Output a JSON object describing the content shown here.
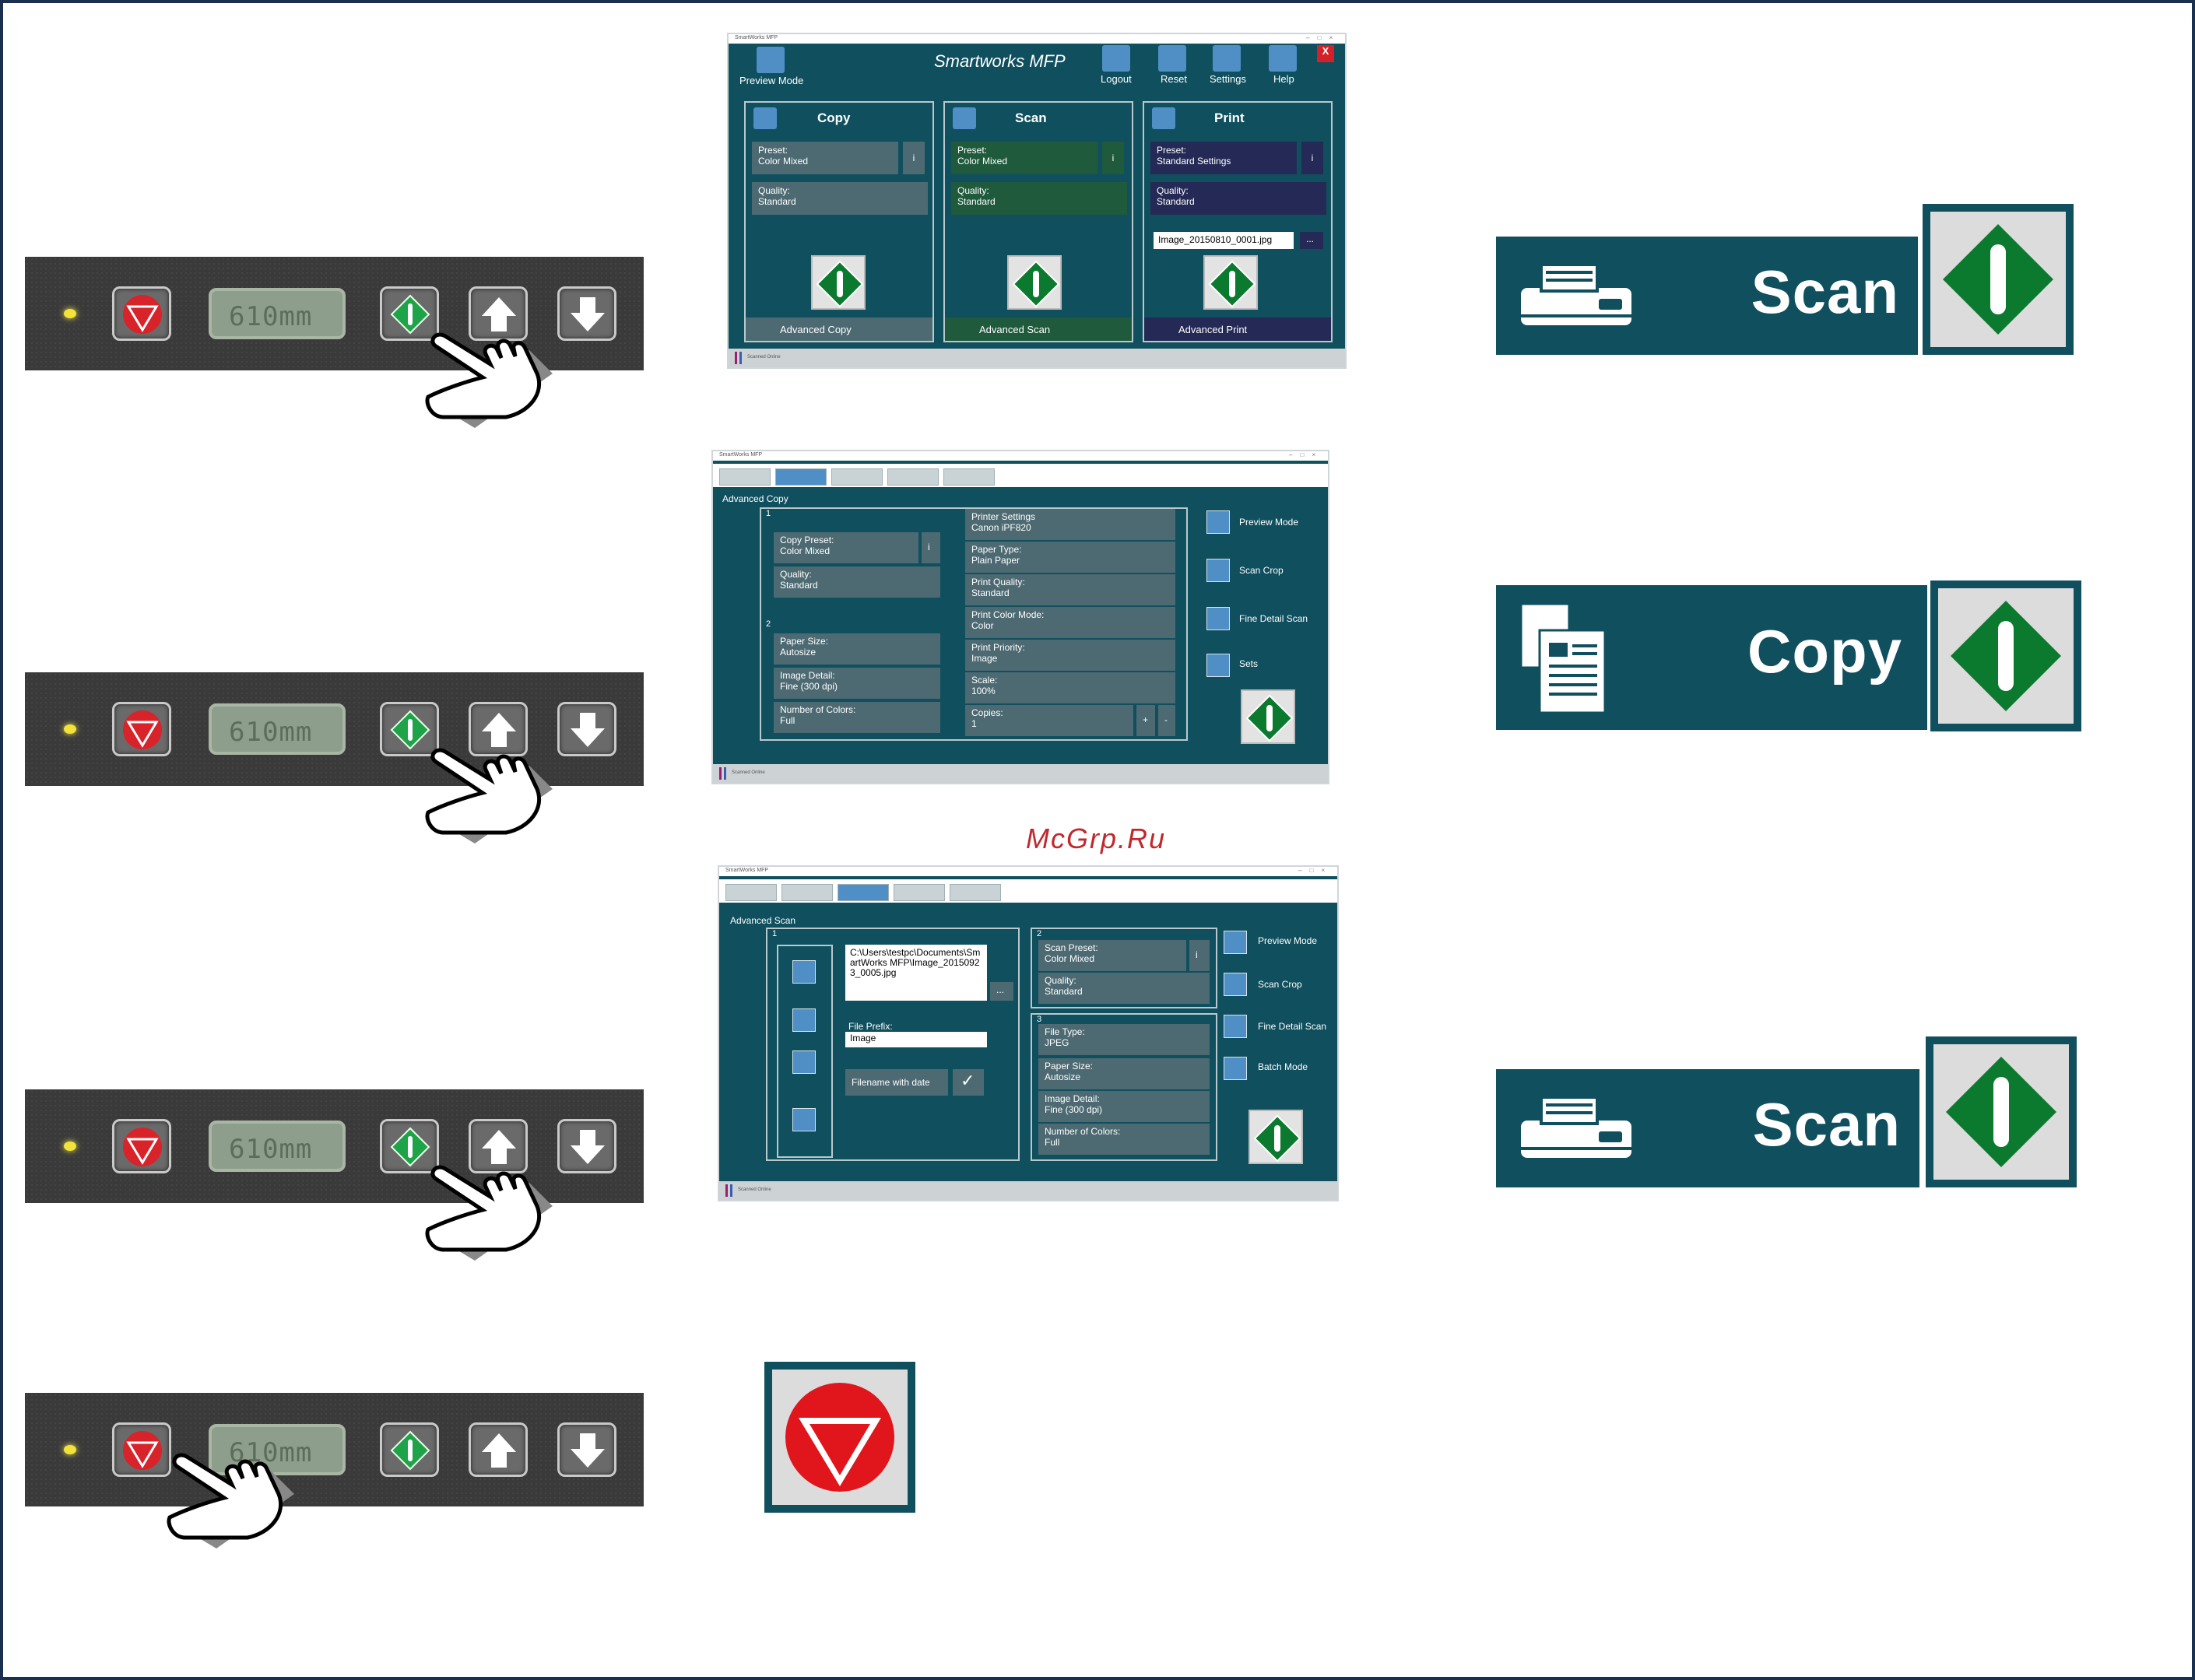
{
  "watermark": "McGrp.Ru",
  "panel": {
    "display": "610mm"
  },
  "screen_main": {
    "window_title": "SmartWorks MFP",
    "app_title": "Smartworks MFP",
    "toolbar": {
      "preview_mode": "Preview Mode",
      "logout": "Logout",
      "reset": "Reset",
      "settings": "Settings",
      "help": "Help",
      "close": "X"
    },
    "copy": {
      "title": "Copy",
      "preset_label": "Preset:",
      "preset_value": "Color Mixed",
      "info": "i",
      "quality_label": "Quality:",
      "quality_value": "Standard",
      "advanced": "Advanced Copy"
    },
    "scan": {
      "title": "Scan",
      "preset_label": "Preset:",
      "preset_value": "Color Mixed",
      "info": "i",
      "quality_label": "Quality:",
      "quality_value": "Standard",
      "advanced": "Advanced Scan"
    },
    "print": {
      "title": "Print",
      "preset_label": "Preset:",
      "preset_value": "Standard Settings",
      "info": "i",
      "quality_label": "Quality:",
      "quality_value": "Standard",
      "file": "Image_20150810_0001.jpg",
      "browse": "...",
      "advanced": "Advanced Print"
    },
    "status": "Scanned Online"
  },
  "screen_adv_copy": {
    "window_title": "SmartWorks MFP",
    "heading": "Advanced Copy",
    "section1": "1",
    "section2": "2",
    "copy_preset_label": "Copy Preset:",
    "copy_preset_value": "Color Mixed",
    "info": "i",
    "quality_label": "Quality:",
    "quality_value": "Standard",
    "paper_size_label": "Paper Size:",
    "paper_size_value": "Autosize",
    "image_detail_label": "Image Detail:",
    "image_detail_value": "Fine (300 dpi)",
    "num_colors_label": "Number of Colors:",
    "num_colors_value": "Full",
    "printer_settings_label": "Printer Settings",
    "printer_value": "Canon iPF820",
    "paper_type_label": "Paper Type:",
    "paper_type_value": "Plain Paper",
    "print_quality_label": "Print Quality:",
    "print_quality_value": "Standard",
    "print_color_label": "Print Color Mode:",
    "print_color_value": "Color",
    "print_priority_label": "Print Priority:",
    "print_priority_value": "Image",
    "scale_label": "Scale:",
    "scale_value": "100%",
    "copies_label": "Copies:",
    "copies_value": "1",
    "plus": "+",
    "minus": "-",
    "side": [
      "Preview Mode",
      "Scan Crop",
      "Fine Detail Scan",
      "Sets"
    ],
    "status": "Scanned Online"
  },
  "screen_adv_scan": {
    "window_title": "SmartWorks MFP",
    "heading": "Advanced Scan",
    "section1": "1",
    "section2": "2",
    "section3": "3",
    "path": "C:\\Users\\testpc\\Documents\\SmartWorks MFP\\Image_20150923_0005.jpg",
    "browse": "...",
    "file_prefix_label": "File Prefix:",
    "file_prefix_value": "Image",
    "filename_with_date": "Filename with date",
    "scan_preset_label": "Scan Preset:",
    "scan_preset_value": "Color Mixed",
    "info": "i",
    "quality_label": "Quality:",
    "quality_value": "Standard",
    "file_type_label": "File Type:",
    "file_type_value": "JPEG",
    "paper_size_label": "Paper Size:",
    "paper_size_value": "Autosize",
    "image_detail_label": "Image Detail:",
    "image_detail_value": "Fine (300 dpi)",
    "num_colors_label": "Number of Colors:",
    "num_colors_value": "Full",
    "side": [
      "Preview Mode",
      "Scan Crop",
      "Fine Detail Scan",
      "Batch Mode"
    ],
    "status": "Scanned Online"
  },
  "callouts": {
    "scan1": "Scan",
    "copy": "Copy",
    "scan2": "Scan"
  },
  "colors": {
    "teal": "#0f4f5e",
    "go_green": "#0b7a2e",
    "stop_red": "#e0161c"
  }
}
